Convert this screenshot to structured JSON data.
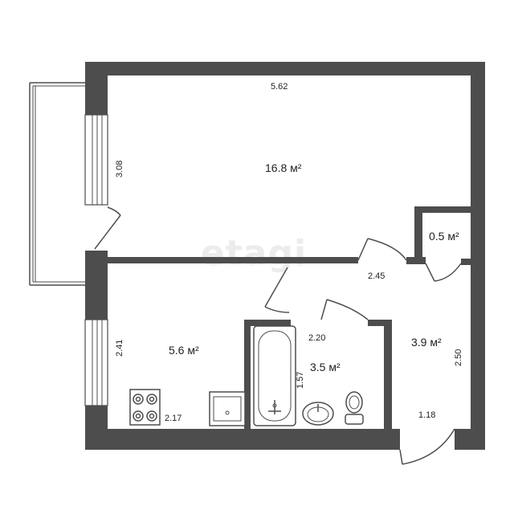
{
  "watermark": "etagi",
  "rooms": {
    "living": {
      "area": "16.8 м²"
    },
    "storage": {
      "area": "0.5 м²"
    },
    "kitchen": {
      "area": "5.6 м²"
    },
    "bathroom": {
      "area": "3.5 м²"
    },
    "hallway": {
      "area": "3.9 м²"
    }
  },
  "dimensions": {
    "living_width": "5.62",
    "living_height": "3.08",
    "corridor_width": "2.45",
    "kitchen_height": "2.41",
    "kitchen_width": "2.17",
    "bath_width": "2.20",
    "bath_height": "1.57",
    "hall_height": "2.50",
    "hall_width": "1.18"
  }
}
